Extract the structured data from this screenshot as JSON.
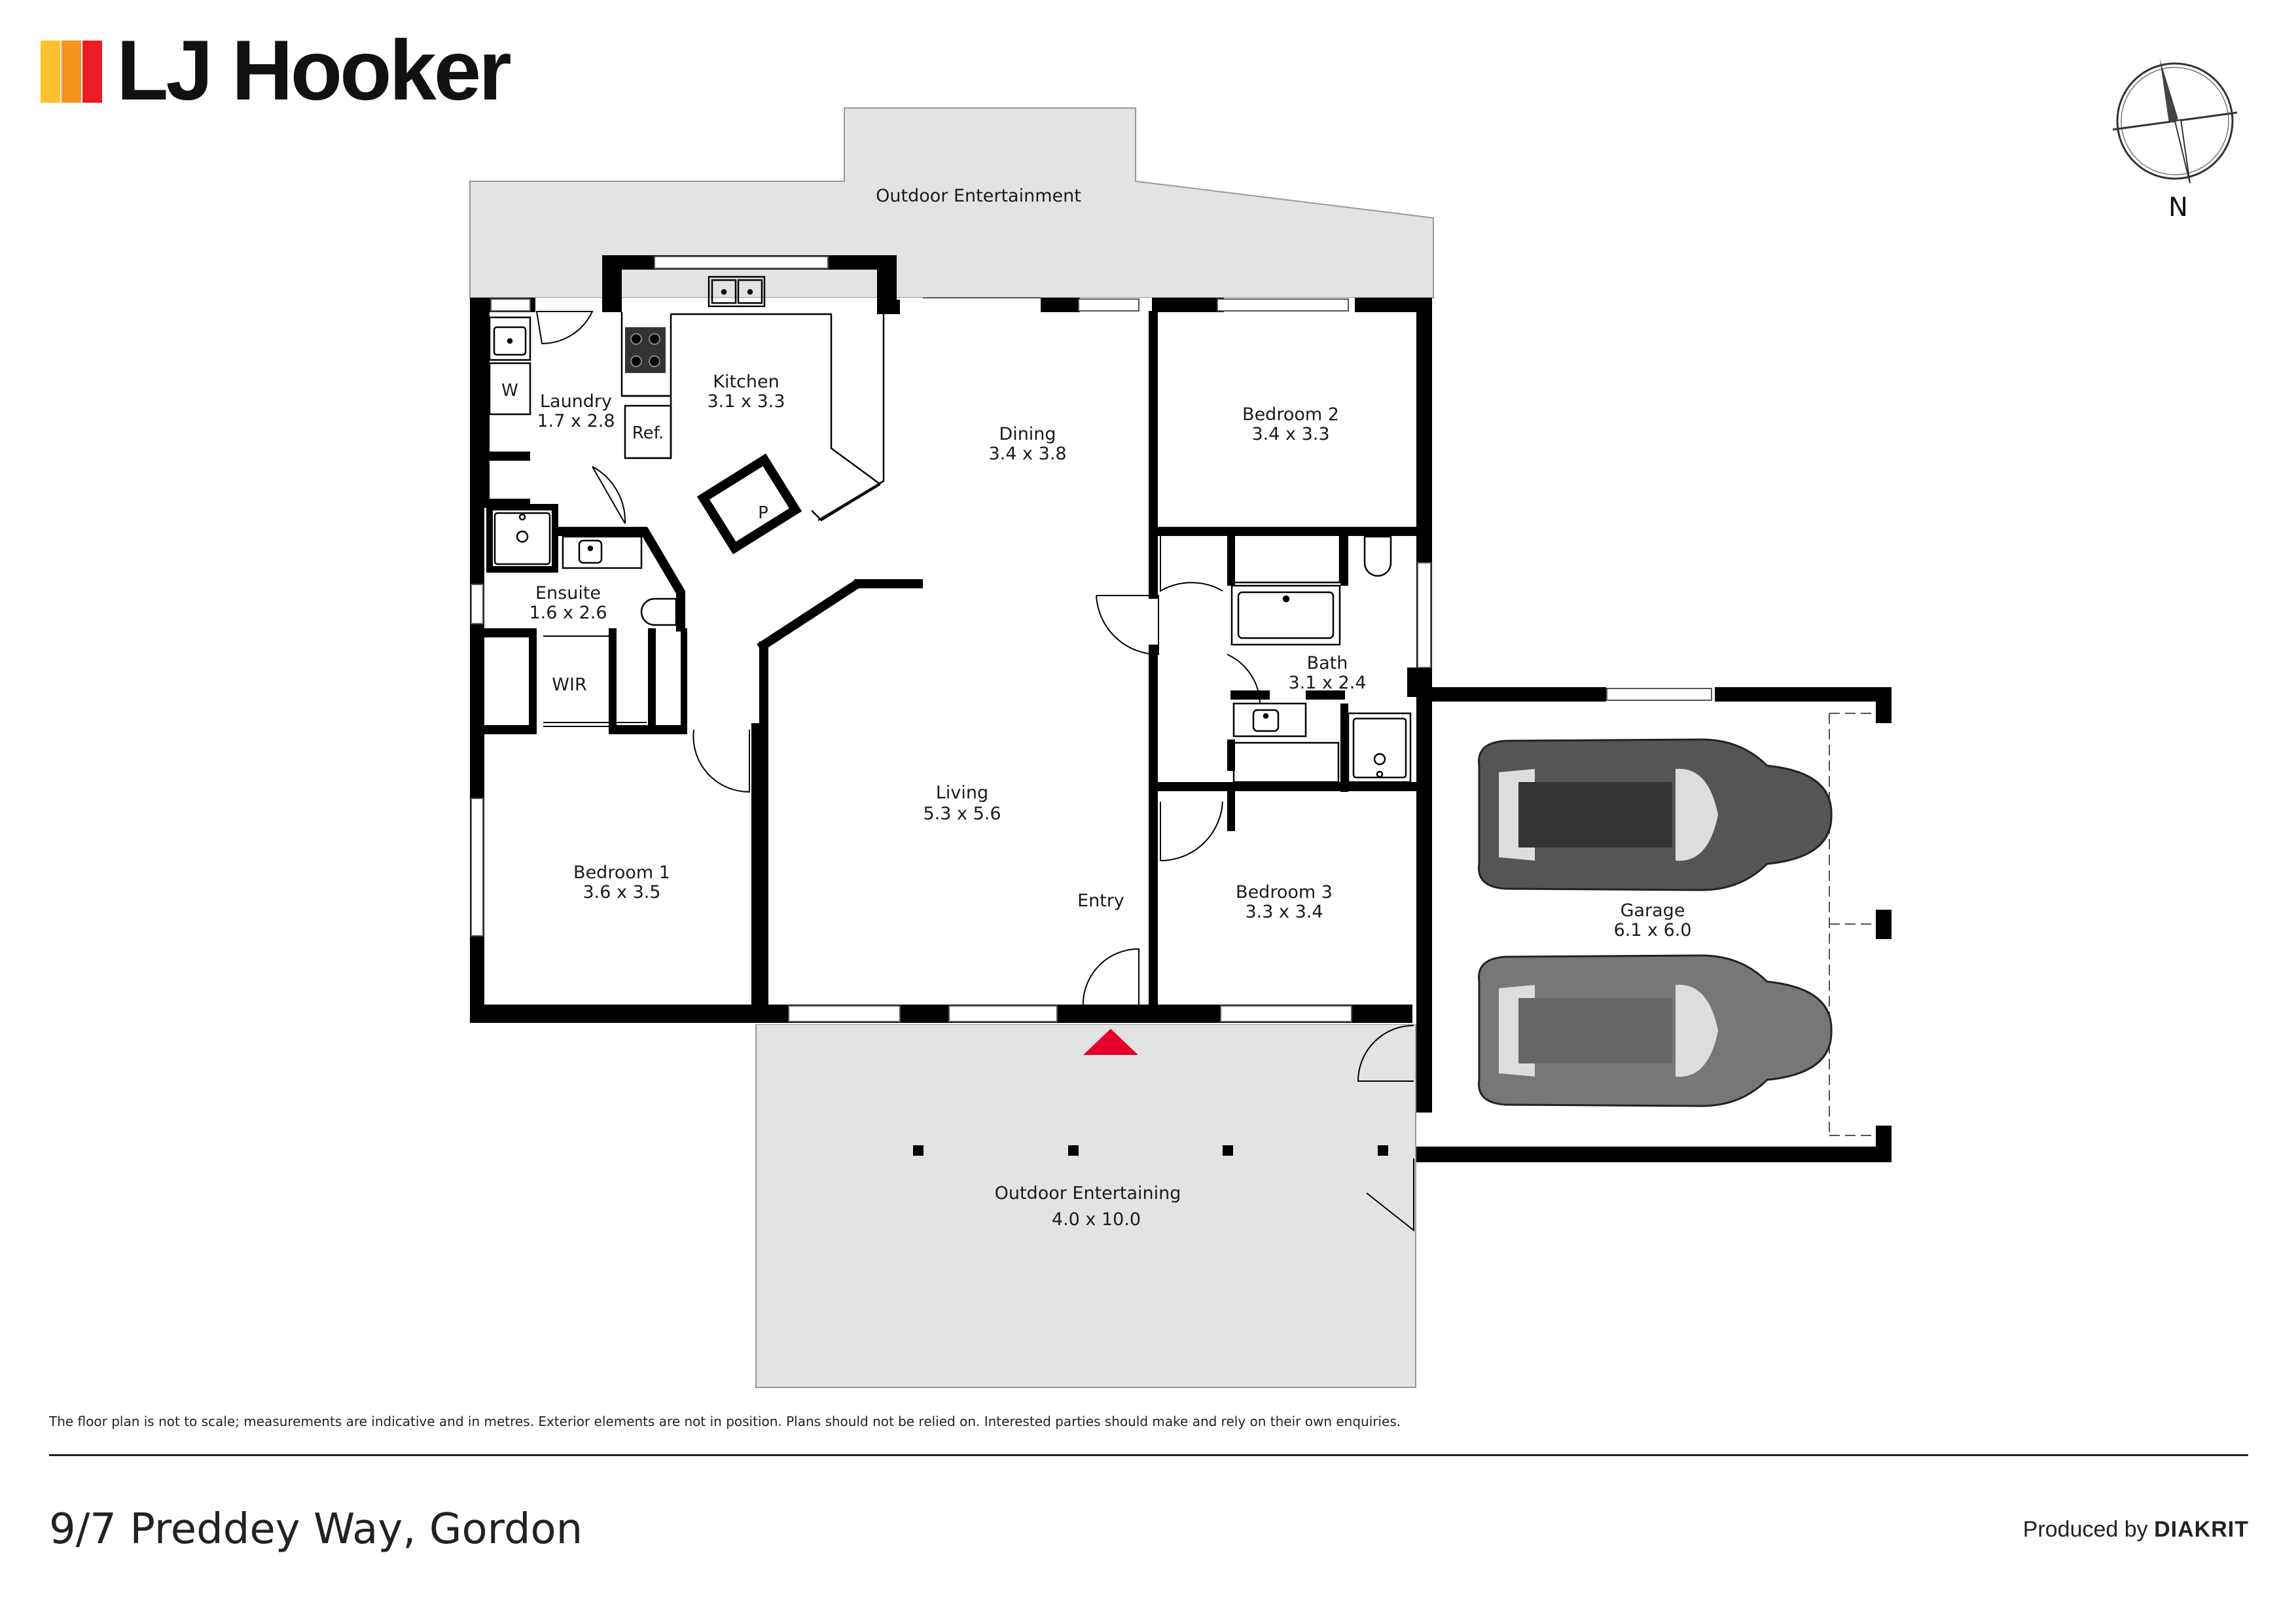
{
  "brand": {
    "name": "LJ Hooker",
    "logo_colors": [
      "#fec02f",
      "#f7941d",
      "#ed1c24"
    ]
  },
  "compass": {
    "label": "N"
  },
  "rooms": {
    "outdoor_top": {
      "name": "Outdoor Entertainment"
    },
    "laundry": {
      "name": "Laundry",
      "dims": "1.7 x 2.8"
    },
    "kitchen": {
      "name": "Kitchen",
      "dims": "3.1 x 3.3"
    },
    "dining": {
      "name": "Dining",
      "dims": "3.4 x 3.8"
    },
    "bedroom2": {
      "name": "Bedroom 2",
      "dims": "3.4 x 3.3"
    },
    "ensuite": {
      "name": "Ensuite",
      "dims": "1.6 x 2.6"
    },
    "wir": {
      "name": "WIR"
    },
    "bath": {
      "name": "Bath",
      "dims": "3.1 x 2.4"
    },
    "living": {
      "name": "Living",
      "dims": "5.3 x 5.6"
    },
    "bedroom1": {
      "name": "Bedroom 1",
      "dims": "3.6 x 3.5"
    },
    "entry": {
      "name": "Entry"
    },
    "bedroom3": {
      "name": "Bedroom 3",
      "dims": "3.3 x 3.4"
    },
    "garage": {
      "name": "Garage",
      "dims": "6.1 x 6.0"
    },
    "outdoor_bottom": {
      "name": "Outdoor Entertaining",
      "dims": "4.0 x 10.0"
    }
  },
  "fixtures": {
    "washer": "W",
    "fridge": "Ref.",
    "pantry": "P"
  },
  "colors": {
    "wall": "#000000",
    "outdoor": "#e3e3e3",
    "entry_marker": "#e4002b",
    "car_dark": "#555555",
    "car_mid": "#777777"
  },
  "footer": {
    "disclaimer": "The floor plan is not to scale; measurements are indicative and in metres. Exterior elements are not in position. Plans should not be relied on. Interested parties should make and rely on their own enquiries.",
    "address": "9/7 Preddey Way, Gordon",
    "produced_by_prefix": "Produced by",
    "produced_by_brand": "DIAKRIT"
  }
}
